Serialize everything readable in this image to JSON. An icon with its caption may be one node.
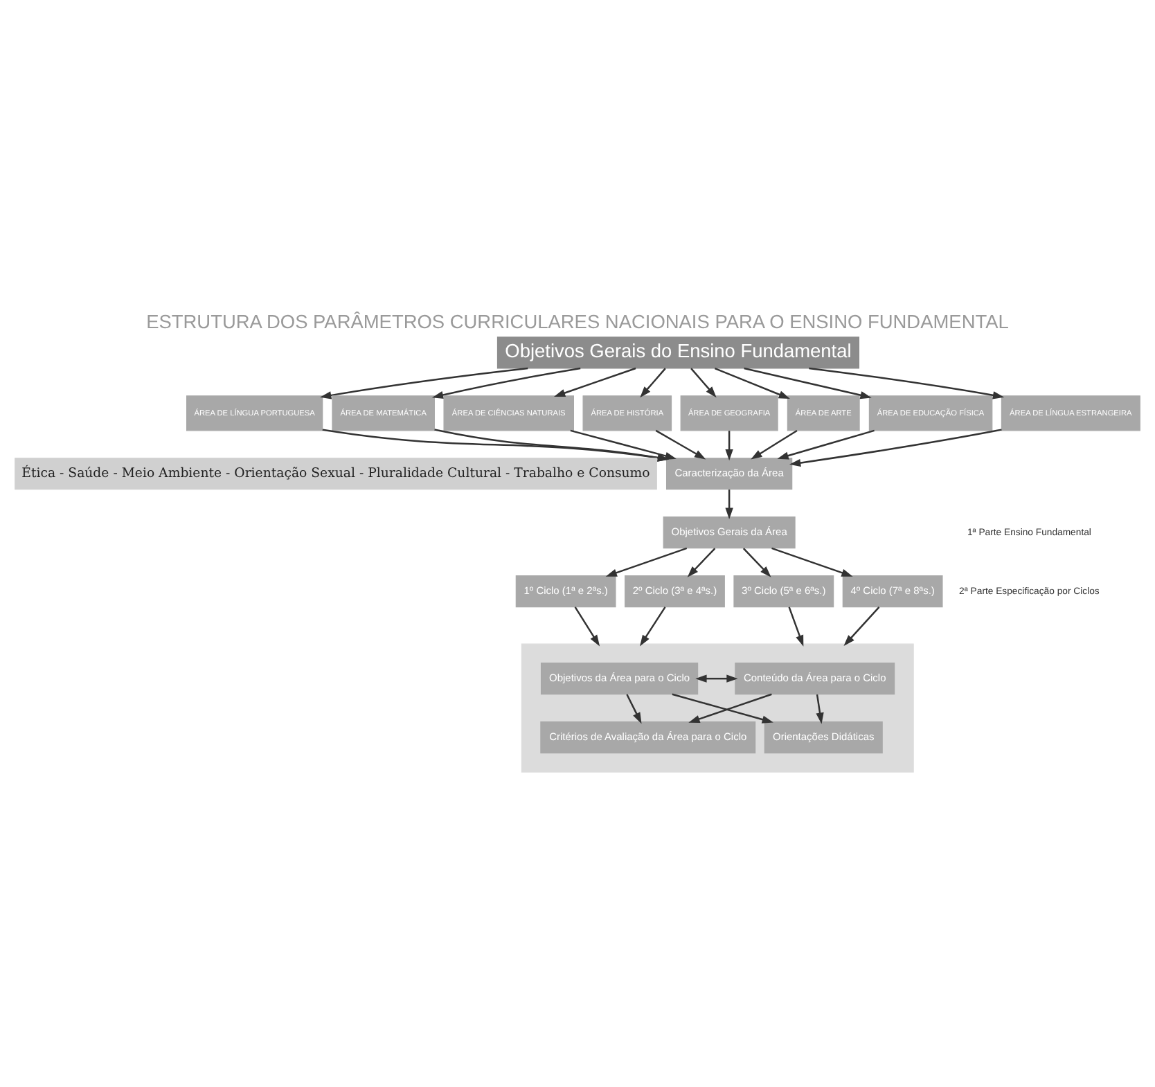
{
  "diagram": {
    "title": "ESTRUTURA DOS PARÂMETROS CURRICULARES NACIONAIS PARA O ENSINO FUNDAMENTAL",
    "nodes": [
      {
        "text": [
          "Objetivos Gerais do Ensino Fundamental"
        ]
      },
      {
        "text": [
          "ÁREA DE LÍNGUA PORTUGUESA"
        ]
      },
      {
        "text": [
          "ÁREA DE MATEMÁTICA"
        ]
      },
      {
        "text": [
          "ÁREA DE CIÊNCIAS NATURAIS"
        ]
      },
      {
        "text": [
          "ÁREA DE HISTÓRIA"
        ]
      },
      {
        "text": [
          "ÁREA DE GEOGRAFIA"
        ]
      },
      {
        "text": [
          "ÁREA DE ARTE"
        ]
      },
      {
        "text": [
          "ÁREA DE EDUCAÇÃO FÍSICA"
        ]
      },
      {
        "text": [
          "ÁREA DE LÍNGUA ESTRANGEIRA"
        ]
      },
      {
        "text": [
          "Ética - Saúde - Meio Ambiente - Orientação Sexual - Pluralidade Cultural - Trabalho e Consumo"
        ]
      },
      {
        "text": [
          "Caracterização da Área"
        ]
      },
      {
        "text": [
          "Objetivos Gerais da Área"
        ]
      },
      {
        "text": [
          "1º Ciclo (1ª e 2ªs.)"
        ]
      },
      {
        "text": [
          "2º Ciclo (3ª e 4ªs.)"
        ]
      },
      {
        "text": [
          "3º Ciclo (5ª e 6ªs.)"
        ]
      },
      {
        "text": [
          "4º Ciclo (7ª e 8ªs.)"
        ]
      },
      {
        "text": [],
        "shape": "box"
      },
      {
        "text": [
          "Objetivos da Área para o Ciclo"
        ],
        "in": 16
      },
      {
        "text": [
          "Conteúdo da Área para o Ciclo"
        ],
        "in": 16
      },
      {
        "text": [
          "Critérios de Avaliação da Área para o Ciclo"
        ],
        "in": 16
      },
      {
        "text": [
          "Orientações Didáticas"
        ],
        "in": 16
      }
    ],
    "edges": [
      {
        "from": 0,
        "to": 1,
        "arrow": "to"
      },
      {
        "from": 0,
        "to": 2,
        "arrow": "to"
      },
      {
        "from": 0,
        "to": 3,
        "arrow": "to"
      },
      {
        "from": 0,
        "to": 4,
        "arrow": "to"
      },
      {
        "from": 0,
        "to": 5,
        "arrow": "to"
      },
      {
        "from": 0,
        "to": 6,
        "arrow": "to"
      },
      {
        "from": 0,
        "to": 7,
        "arrow": "to"
      },
      {
        "from": 0,
        "to": 8,
        "arrow": "to"
      },
      {
        "from": 1,
        "to": 10,
        "arrow": "to"
      },
      {
        "from": 2,
        "to": 10,
        "arrow": "to"
      },
      {
        "from": 3,
        "to": 10,
        "arrow": "to"
      },
      {
        "from": 4,
        "to": 10,
        "arrow": "to"
      },
      {
        "from": 5,
        "to": 10,
        "arrow": "to"
      },
      {
        "from": 6,
        "to": 10,
        "arrow": "to"
      },
      {
        "from": 7,
        "to": 10,
        "arrow": "to"
      },
      {
        "from": 8,
        "to": 10,
        "arrow": "to"
      },
      {
        "from": 10,
        "to": 11,
        "arrow": "to"
      },
      {
        "from": 11,
        "to": 12,
        "arrow": "to"
      },
      {
        "from": 11,
        "to": 13,
        "arrow": "to"
      },
      {
        "from": 11,
        "to": 14,
        "arrow": "to"
      },
      {
        "from": 11,
        "to": 15,
        "arrow": "to"
      },
      {
        "from": 12,
        "to": 16,
        "arrow": "to"
      },
      {
        "from": 13,
        "to": 16,
        "arrow": "to"
      },
      {
        "from": 14,
        "to": 16,
        "arrow": "to"
      },
      {
        "from": 15,
        "to": 16,
        "arrow": "to"
      },
      {
        "from": 17,
        "to": 18,
        "arrow": "both"
      },
      {
        "from": 17,
        "to": 19,
        "arrow": "to"
      },
      {
        "from": 17,
        "to": 20,
        "arrow": "to"
      },
      {
        "from": 18,
        "to": 19,
        "arrow": "to"
      },
      {
        "from": 18,
        "to": 20,
        "arrow": "to"
      }
    ],
    "labels": [
      "1ª Parte Ensino Fundamental",
      "2ª Parte Especificação por Ciclos"
    ]
  }
}
